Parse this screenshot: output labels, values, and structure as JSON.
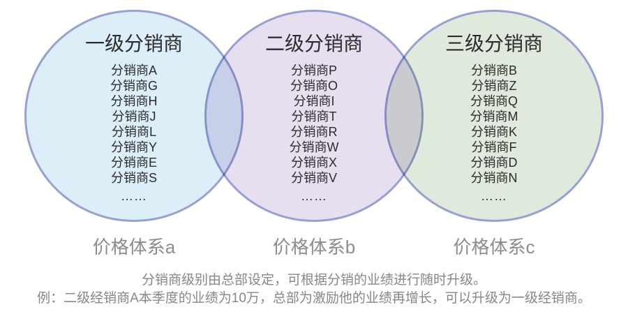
{
  "diagram": {
    "border_color": "#96a0d2",
    "text_color": "#2b2b2b",
    "muted_color": "#8c8c8c",
    "circles": [
      {
        "title": "一级分销商",
        "fill": "#dceef8",
        "items": [
          "分销商A",
          "分销商G",
          "分销商H",
          "分销商J",
          "分销商L",
          "分销商Y",
          "分销商E",
          "分销商S"
        ],
        "ellipsis": "……",
        "label": "价格体系a"
      },
      {
        "title": "二级分销商",
        "fill": "#e7dfef",
        "items": [
          "分销商P",
          "分销商O",
          "分销商I",
          "分销商T",
          "分销商R",
          "分销商W",
          "分销商X",
          "分销商V"
        ],
        "ellipsis": "……",
        "label": "价格体系b"
      },
      {
        "title": "三级分销商",
        "fill": "#dfe9dc",
        "items": [
          "分销商B",
          "分销商Z",
          "分销商Q",
          "分销商M",
          "分销商K",
          "分销商F",
          "分销商D",
          "分销商N"
        ],
        "ellipsis": "……",
        "label": "价格体系c"
      }
    ],
    "footer": {
      "line1": "分销商级别由总部设定，可根据分销的业绩进行随时升级。",
      "line2": "例：二级经销商A本季度的业绩为10万，总部为激励他的业绩再增长，可以升级为一级经销商。"
    }
  }
}
